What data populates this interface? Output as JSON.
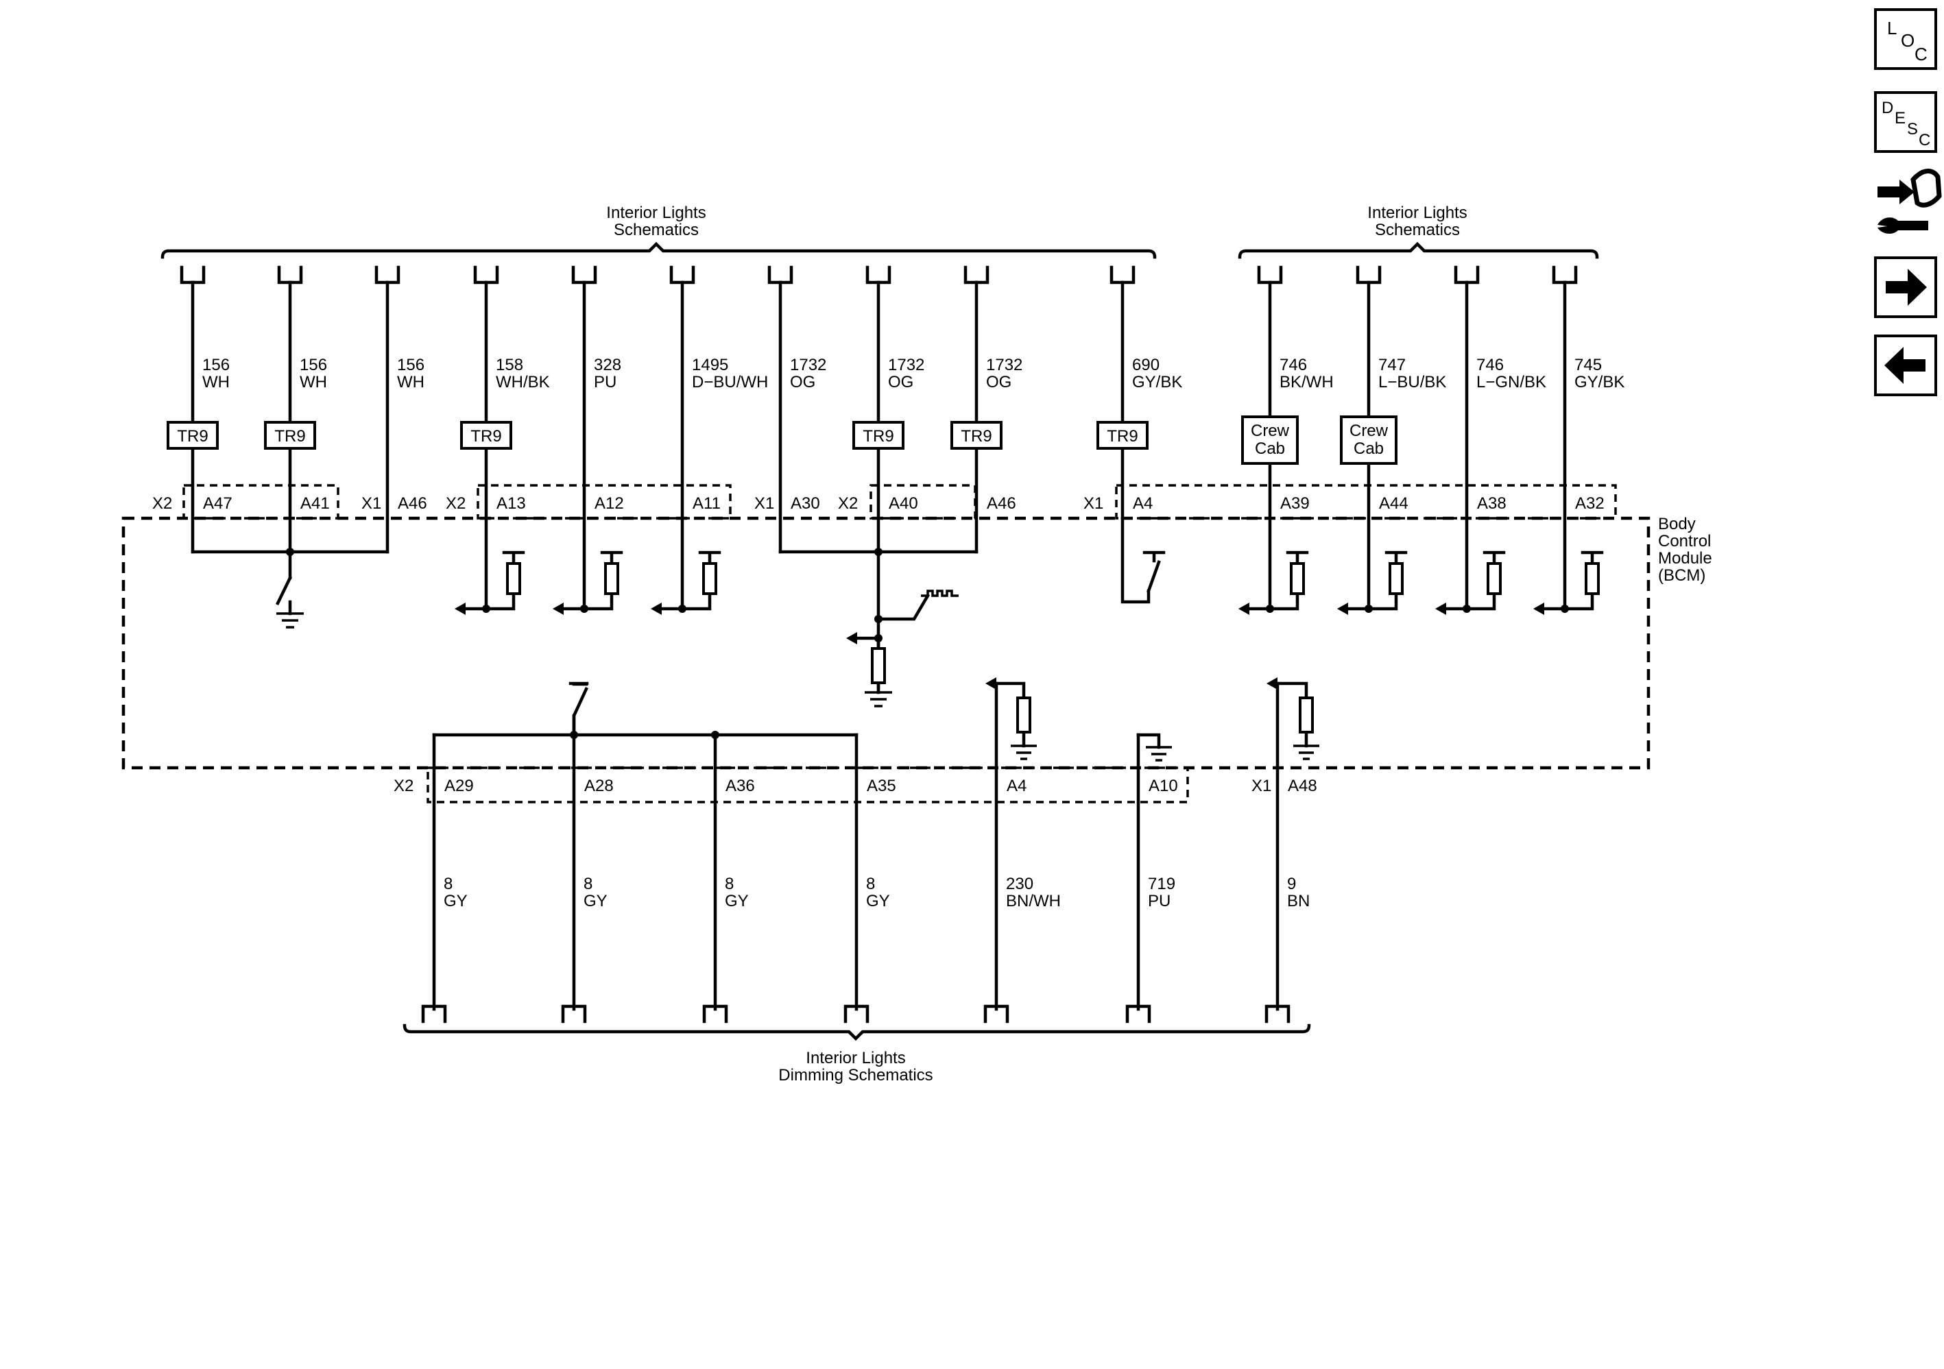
{
  "nav": {
    "loc": {
      "l": "L",
      "o": "O",
      "c": "C"
    },
    "desc": {
      "d": "D",
      "e": "E",
      "s": "S",
      "c": "C"
    }
  },
  "diagram": {
    "top_left_title": [
      "Interior Lights",
      "Schematics"
    ],
    "top_right_title": [
      "Interior Lights",
      "Schematics"
    ],
    "bottom_title": [
      "Interior Lights",
      "Dimming Schematics"
    ],
    "module_label": [
      "Body",
      "Control",
      "Module",
      "(BCM)"
    ],
    "top_wires": [
      {
        "num": "156",
        "color": "WH"
      },
      {
        "num": "156",
        "color": "WH"
      },
      {
        "num": "156",
        "color": "WH"
      },
      {
        "num": "158",
        "color": "WH/BK"
      },
      {
        "num": "328",
        "color": "PU"
      },
      {
        "num": "1495",
        "color": "D−BU/WH"
      },
      {
        "num": "1732",
        "color": "OG"
      },
      {
        "num": "1732",
        "color": "OG"
      },
      {
        "num": "1732",
        "color": "OG"
      },
      {
        "num": "690",
        "color": "GY/BK"
      },
      {
        "num": "746",
        "color": "BK/WH"
      },
      {
        "num": "747",
        "color": "L−BU/BK"
      },
      {
        "num": "746",
        "color": "L−GN/BK"
      },
      {
        "num": "745",
        "color": "GY/BK"
      }
    ],
    "top_pins": [
      "A47",
      "A41",
      "A46",
      "A13",
      "A12",
      "A11",
      "A30",
      "A40",
      "A46",
      "A4",
      "A39",
      "A44",
      "A38",
      "A32"
    ],
    "top_connectors": [
      "X2",
      "X1",
      "X2",
      "X1",
      "X2",
      "X1"
    ],
    "tr_label": "TR9",
    "crew_label": [
      "Crew",
      "Cab"
    ],
    "bottom_wires": [
      {
        "num": "8",
        "color": "GY"
      },
      {
        "num": "8",
        "color": "GY"
      },
      {
        "num": "8",
        "color": "GY"
      },
      {
        "num": "8",
        "color": "GY"
      },
      {
        "num": "230",
        "color": "BN/WH"
      },
      {
        "num": "719",
        "color": "PU"
      },
      {
        "num": "9",
        "color": "BN"
      }
    ],
    "bottom_pins": [
      "A29",
      "A28",
      "A36",
      "A35",
      "A4",
      "A10",
      "A48"
    ],
    "bottom_connectors": [
      "X2",
      "X1"
    ]
  }
}
